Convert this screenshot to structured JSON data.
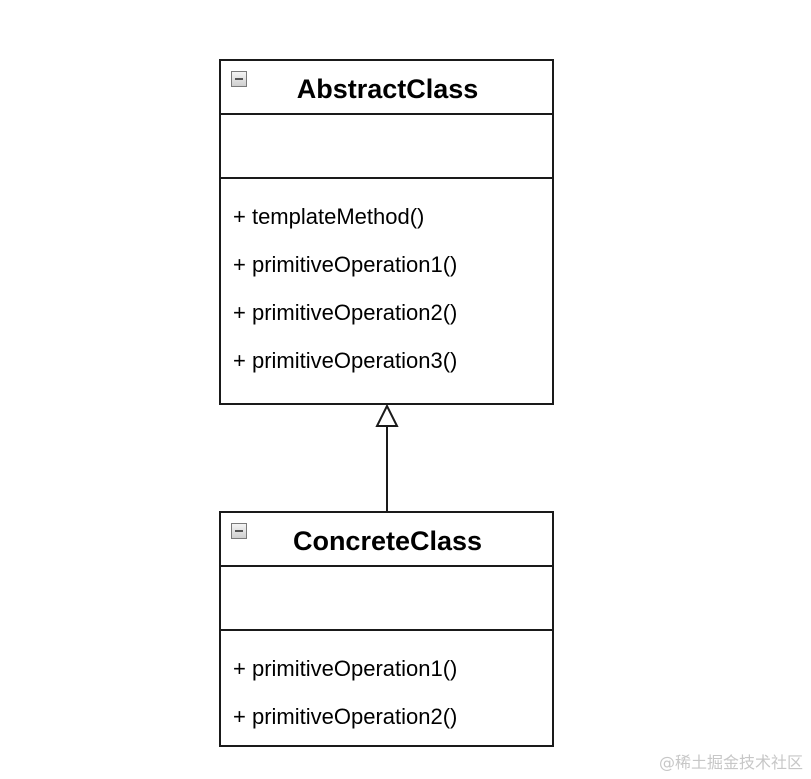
{
  "diagram": {
    "classes": [
      {
        "name": "AbstractClass",
        "attributes": [],
        "methods": [
          "+ templateMethod()",
          "+ primitiveOperation1()",
          "+ primitiveOperation2()",
          "+ primitiveOperation3()"
        ]
      },
      {
        "name": "ConcreteClass",
        "attributes": [],
        "methods": [
          "+ primitiveOperation1()",
          "+ primitiveOperation2()"
        ]
      }
    ],
    "relationships": [
      {
        "type": "generalization",
        "from": "ConcreteClass",
        "to": "AbstractClass"
      }
    ],
    "icons": {
      "collapse": "collapse-minus-icon"
    },
    "colors": {
      "line": "#1a1a1a",
      "background": "#ffffff",
      "watermark": "#c7c7c7"
    }
  },
  "watermark": "@稀土掘金技术社区"
}
